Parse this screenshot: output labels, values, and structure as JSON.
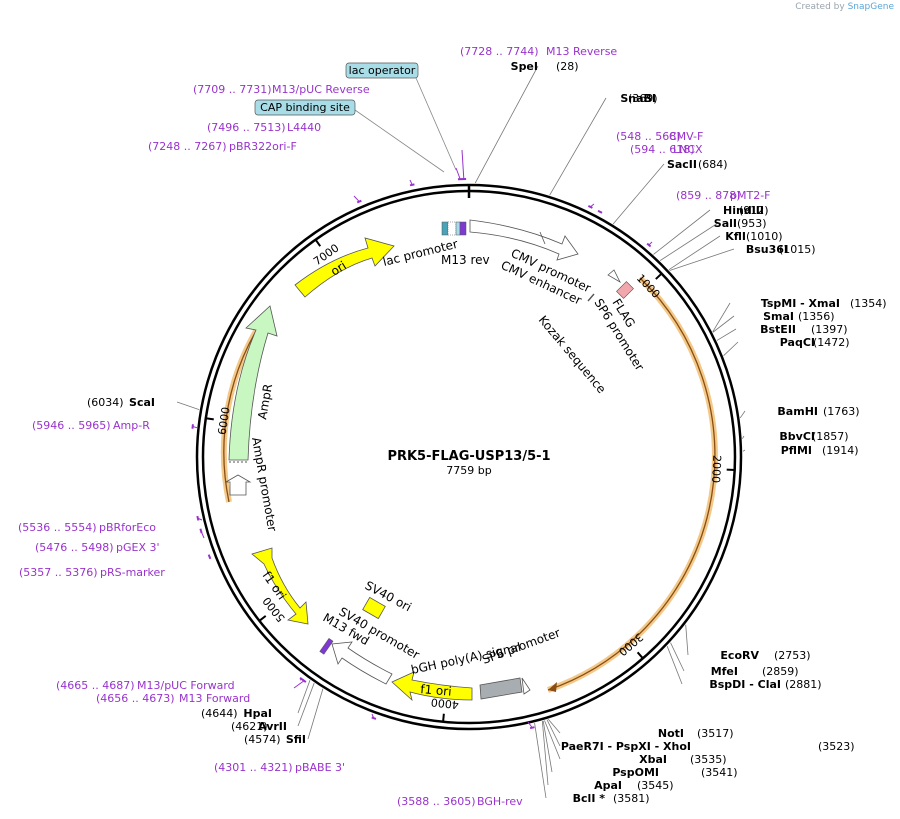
{
  "credit": {
    "prefix": "Created by",
    "brand": "SnapGene"
  },
  "map": {
    "title": "PRK5-FLAG-USP13/5-1",
    "length_label": "7759 bp",
    "total_bp": 7759
  },
  "colors": {
    "purple": "#9933cc",
    "black": "#000000",
    "yellow": "#ffff00",
    "lacop": "#a8dde8",
    "ampr": "#c9f7c2",
    "orange": "#e8a33a"
  },
  "ticks": [
    {
      "label": "1000",
      "bp": 1000
    },
    {
      "label": "2000",
      "bp": 2000
    },
    {
      "label": "3000",
      "bp": 3000
    },
    {
      "label": "4000",
      "bp": 4000
    },
    {
      "label": "5000",
      "bp": 5000
    },
    {
      "label": "6000",
      "bp": 6000
    },
    {
      "label": "7000",
      "bp": 7000
    }
  ],
  "enzymes": [
    {
      "name": "SpeI",
      "pos": "(28)",
      "bp": 28
    },
    {
      "name": "SnaBI",
      "pos": "(369)",
      "bp": 369
    },
    {
      "name": "SacII",
      "pos": "(684)",
      "bp": 684
    },
    {
      "name": "HindIII",
      "pos": "(912)",
      "bp": 912
    },
    {
      "name": "SalI",
      "pos": "(953)",
      "bp": 953
    },
    {
      "name": "KflI",
      "pos": "(1010)",
      "bp": 1010
    },
    {
      "name": "Bsu36I",
      "pos": "(1015)",
      "bp": 1015
    },
    {
      "name": "TspMI - XmaI",
      "pos": "(1354)",
      "bp": 1354
    },
    {
      "name": "SmaI",
      "pos": "(1356)",
      "bp": 1356
    },
    {
      "name": "BstEII",
      "pos": "(1397)",
      "bp": 1397
    },
    {
      "name": "PaqCI",
      "pos": "(1472)",
      "bp": 1472
    },
    {
      "name": "BamHI",
      "pos": "(1763)",
      "bp": 1763
    },
    {
      "name": "BbvCI",
      "pos": "(1857)",
      "bp": 1857
    },
    {
      "name": "PflMI",
      "pos": "(1914)",
      "bp": 1914
    },
    {
      "name": "EcoRV",
      "pos": "(2753)",
      "bp": 2753
    },
    {
      "name": "MfeI",
      "pos": "(2859)",
      "bp": 2859
    },
    {
      "name": "BspDI - ClaI",
      "pos": "(2881)",
      "bp": 2881
    },
    {
      "name": "NotI",
      "pos": "(3517)",
      "bp": 3517
    },
    {
      "name": "PaeR7I - PspXI - XhoI",
      "pos": "(3523)",
      "bp": 3523
    },
    {
      "name": "XbaI",
      "pos": "(3535)",
      "bp": 3535
    },
    {
      "name": "PspOMI",
      "pos": "(3541)",
      "bp": 3541
    },
    {
      "name": "ApaI",
      "pos": "(3545)",
      "bp": 3545
    },
    {
      "name": "BclI *",
      "pos": "(3581)",
      "bp": 3581
    },
    {
      "name": "SfiI",
      "pos": "(4574)",
      "bp": 4574
    },
    {
      "name": "AvrII",
      "pos": "(4621)",
      "bp": 4621
    },
    {
      "name": "HpaI",
      "pos": "(4644)",
      "bp": 4644
    },
    {
      "name": "ScaI",
      "pos": "(6034)",
      "bp": 6034
    }
  ],
  "primers": [
    {
      "name": "M13 Reverse",
      "range": "(7728 .. 7744)",
      "bp": 7736
    },
    {
      "name": "M13/pUC Reverse",
      "range": "(7709 .. 7731)",
      "bp": 7720
    },
    {
      "name": "L4440",
      "range": "(7496 .. 7513)",
      "bp": 7505
    },
    {
      "name": "pBR322ori-F",
      "range": "(7248 .. 7267)",
      "bp": 7258
    },
    {
      "name": "CMV-F",
      "range": "(548 .. 568)",
      "bp": 558
    },
    {
      "name": "LNCX",
      "range": "(594 .. 618)",
      "bp": 606
    },
    {
      "name": "pMT2-F",
      "range": "(859 .. 878)",
      "bp": 869
    },
    {
      "name": "Amp-R",
      "range": "(5946 .. 5965)",
      "bp": 5955
    },
    {
      "name": "pBRforEco",
      "range": "(5536 .. 5554)",
      "bp": 5545
    },
    {
      "name": "pGEX 3'",
      "range": "(5476 .. 5498)",
      "bp": 5487
    },
    {
      "name": "pRS-marker",
      "range": "(5357 .. 5376)",
      "bp": 5366
    },
    {
      "name": "M13/pUC Forward",
      "range": "(4665 .. 4687)",
      "bp": 4676
    },
    {
      "name": "M13 Forward",
      "range": "(4656 .. 4673)",
      "bp": 4664
    },
    {
      "name": "pBABE 3'",
      "range": "(4301 .. 4321)",
      "bp": 4311
    },
    {
      "name": "BGH-rev",
      "range": "(3588 .. 3605)",
      "bp": 3596
    }
  ],
  "feature_labels": {
    "lac_operator": "lac operator",
    "cap_site": "CAP binding site",
    "lac_promoter": "lac promoter",
    "m13_rev": "M13 rev",
    "cmv_promoter": "CMV promoter",
    "cmv_enhancer": "CMV enhancer",
    "flag": "FLAG",
    "sp6_promoter_top": "SP6 promoter",
    "kozak": "Kozak sequence",
    "ori": "ori",
    "ampr": "AmpR",
    "ampr_promoter": "AmpR promoter",
    "f1_ori_left": "f1 ori",
    "sv40_ori": "SV40 ori",
    "sv40_promoter": "SV40 promoter",
    "m13_fwd": "M13 fwd",
    "f1_ori_bottom": "f1 ori",
    "bgh": "bGH poly(A) signal",
    "sp6_promoter_bottom": "SP6 promoter"
  }
}
